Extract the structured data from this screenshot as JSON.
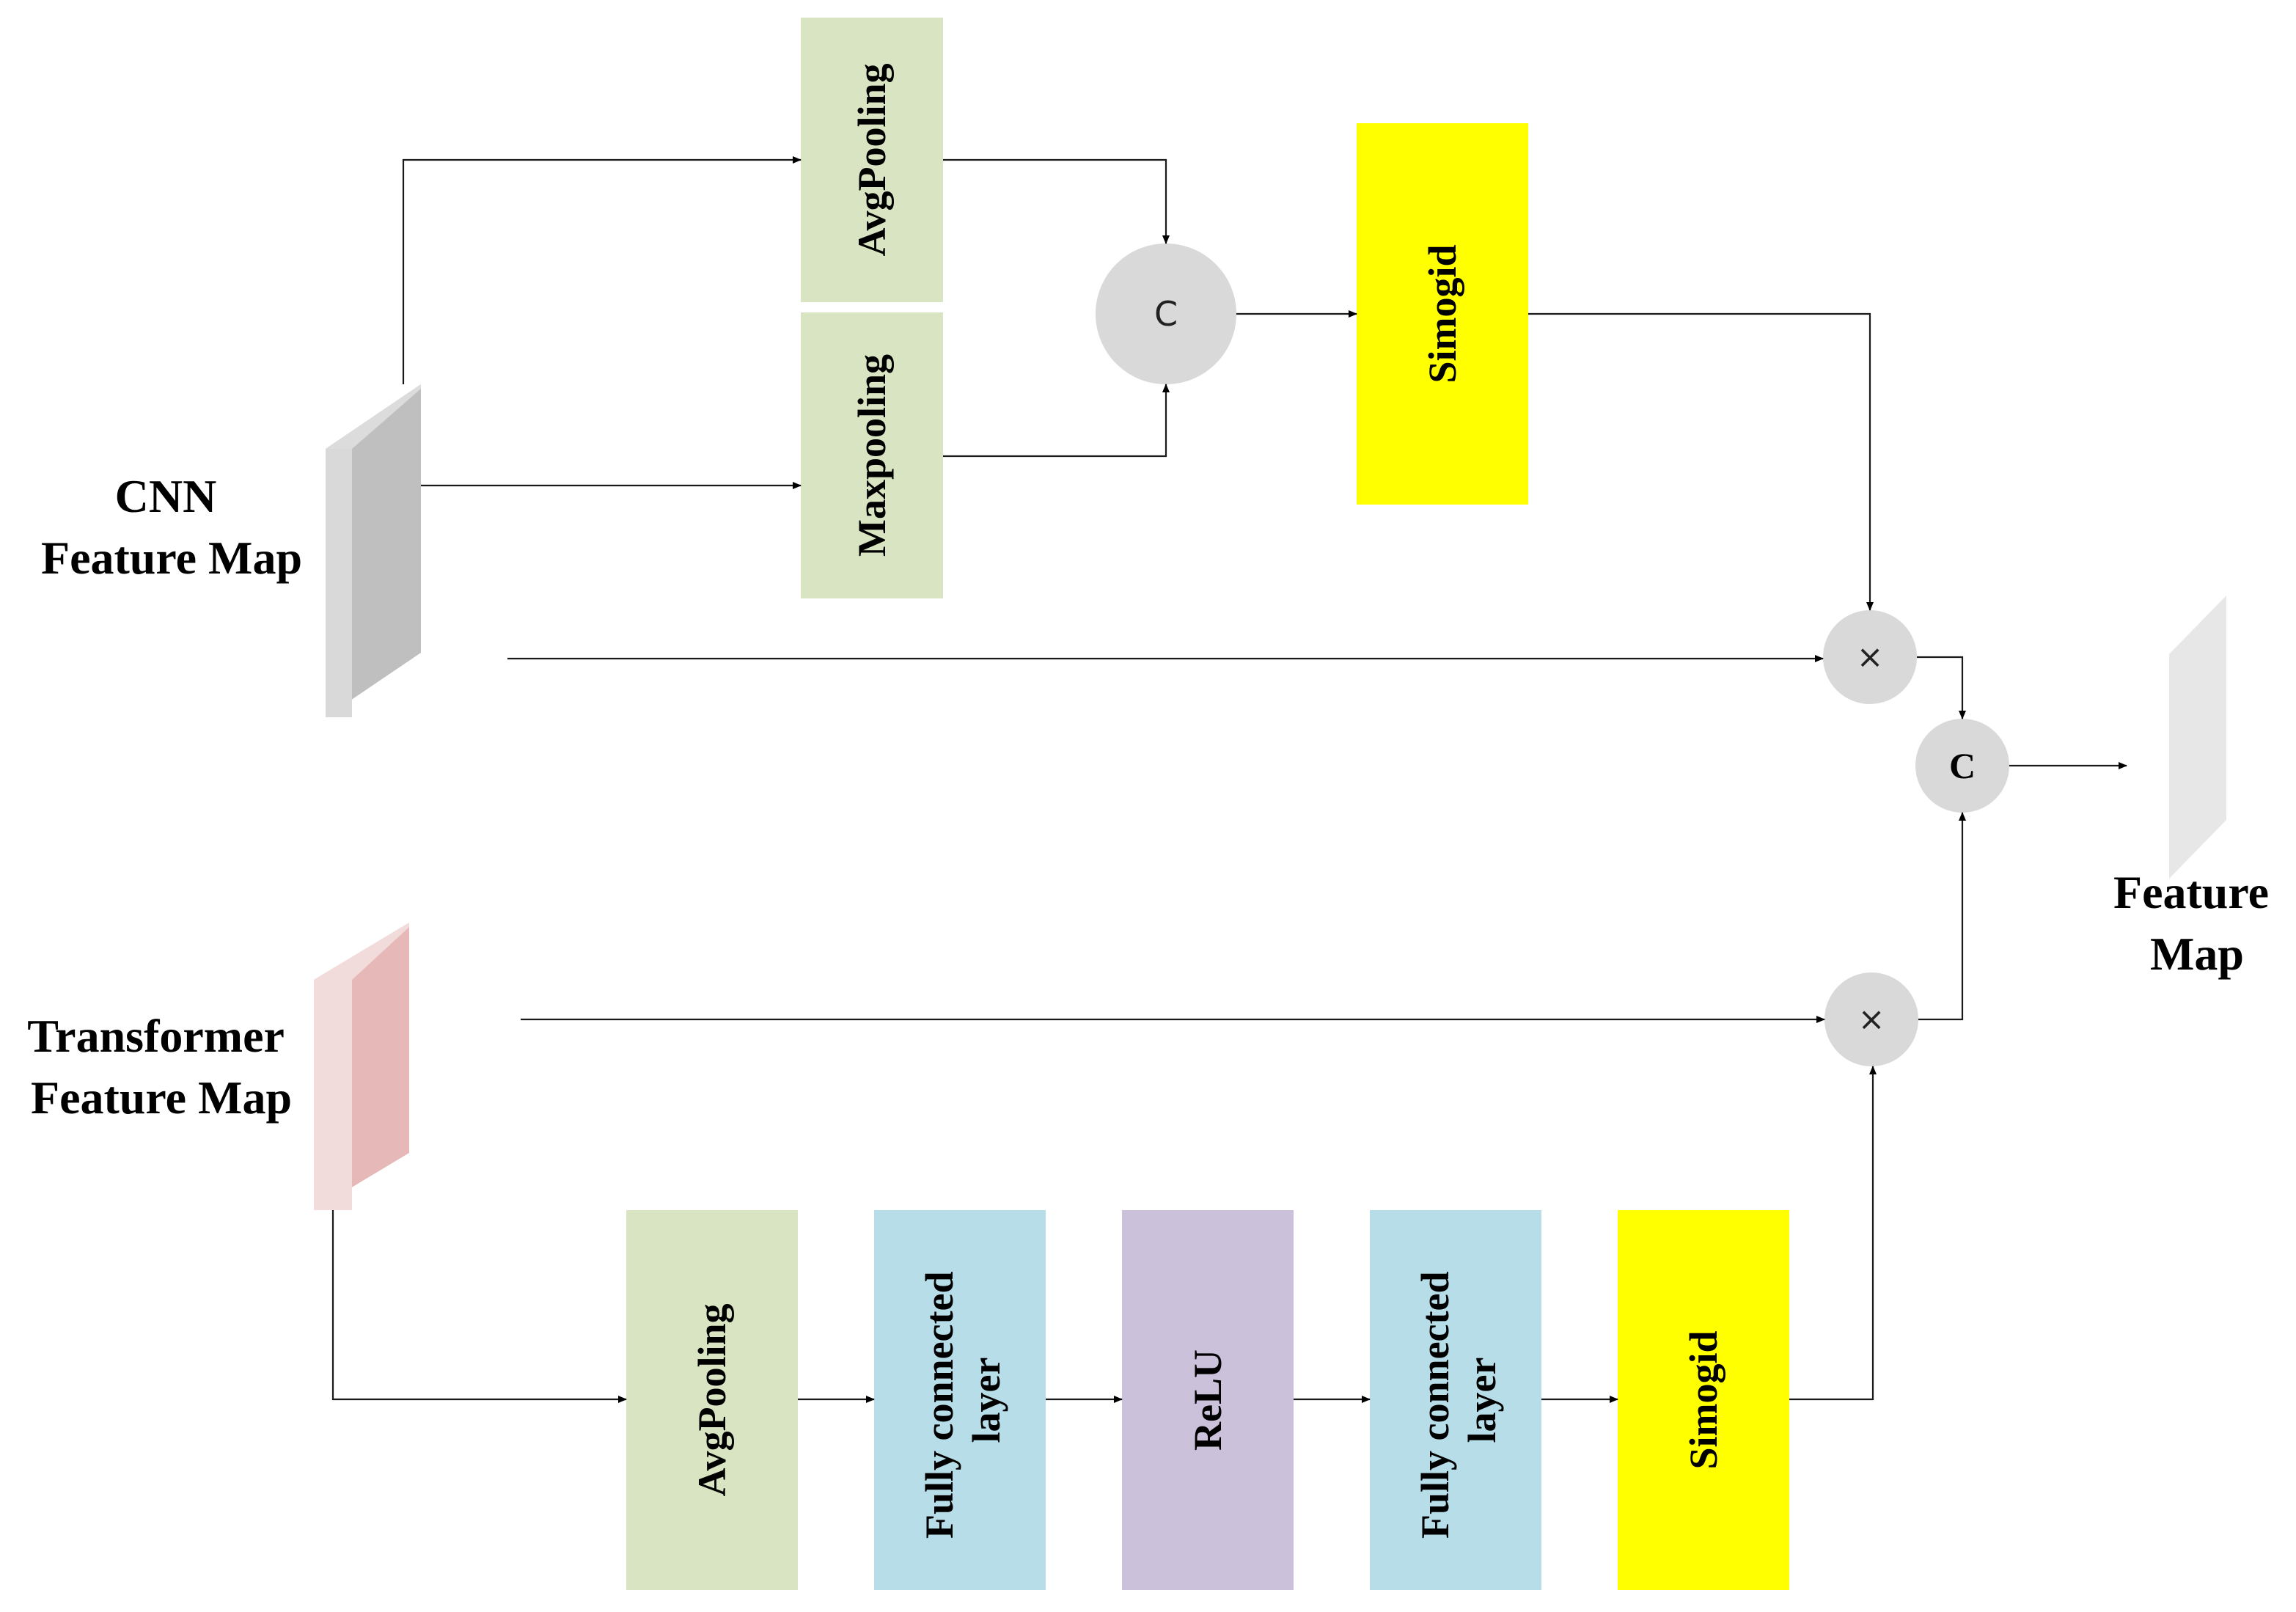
{
  "inputs": {
    "cnn": {
      "label_lines": [
        "CNN",
        "Feature Map"
      ]
    },
    "transformer": {
      "label_lines": [
        "Transformer",
        "Feature Map"
      ]
    }
  },
  "output": {
    "label_lines": [
      "Feature",
      "Map"
    ]
  },
  "spatial_branch": {
    "avg_pool": "AvgPooling",
    "max_pool": "Maxpooling",
    "concat": "C",
    "sigmoid": "Simogid"
  },
  "channel_branch": {
    "avg_pool": "AvgPooling",
    "fc1": [
      "Fully connected",
      "layer"
    ],
    "relu": "ReLU",
    "fc2": [
      "Fully connected",
      "layer"
    ],
    "sigmoid": "Simogid"
  },
  "operators": {
    "multiply_top": "×",
    "multiply_bottom": "×",
    "final_concat": "C"
  },
  "colors": {
    "pooling_green": "#d9e4c2",
    "fc_blue": "#b7dde8",
    "relu_purple": "#ccc1da",
    "sigmoid_yellow": "#ffff00",
    "operator_grey": "#d9d9d9",
    "cnn_map_grey": "#bfbfbf",
    "transformer_map_pink": "#e6b8b7",
    "output_map_grey": "#e7e7e7"
  }
}
